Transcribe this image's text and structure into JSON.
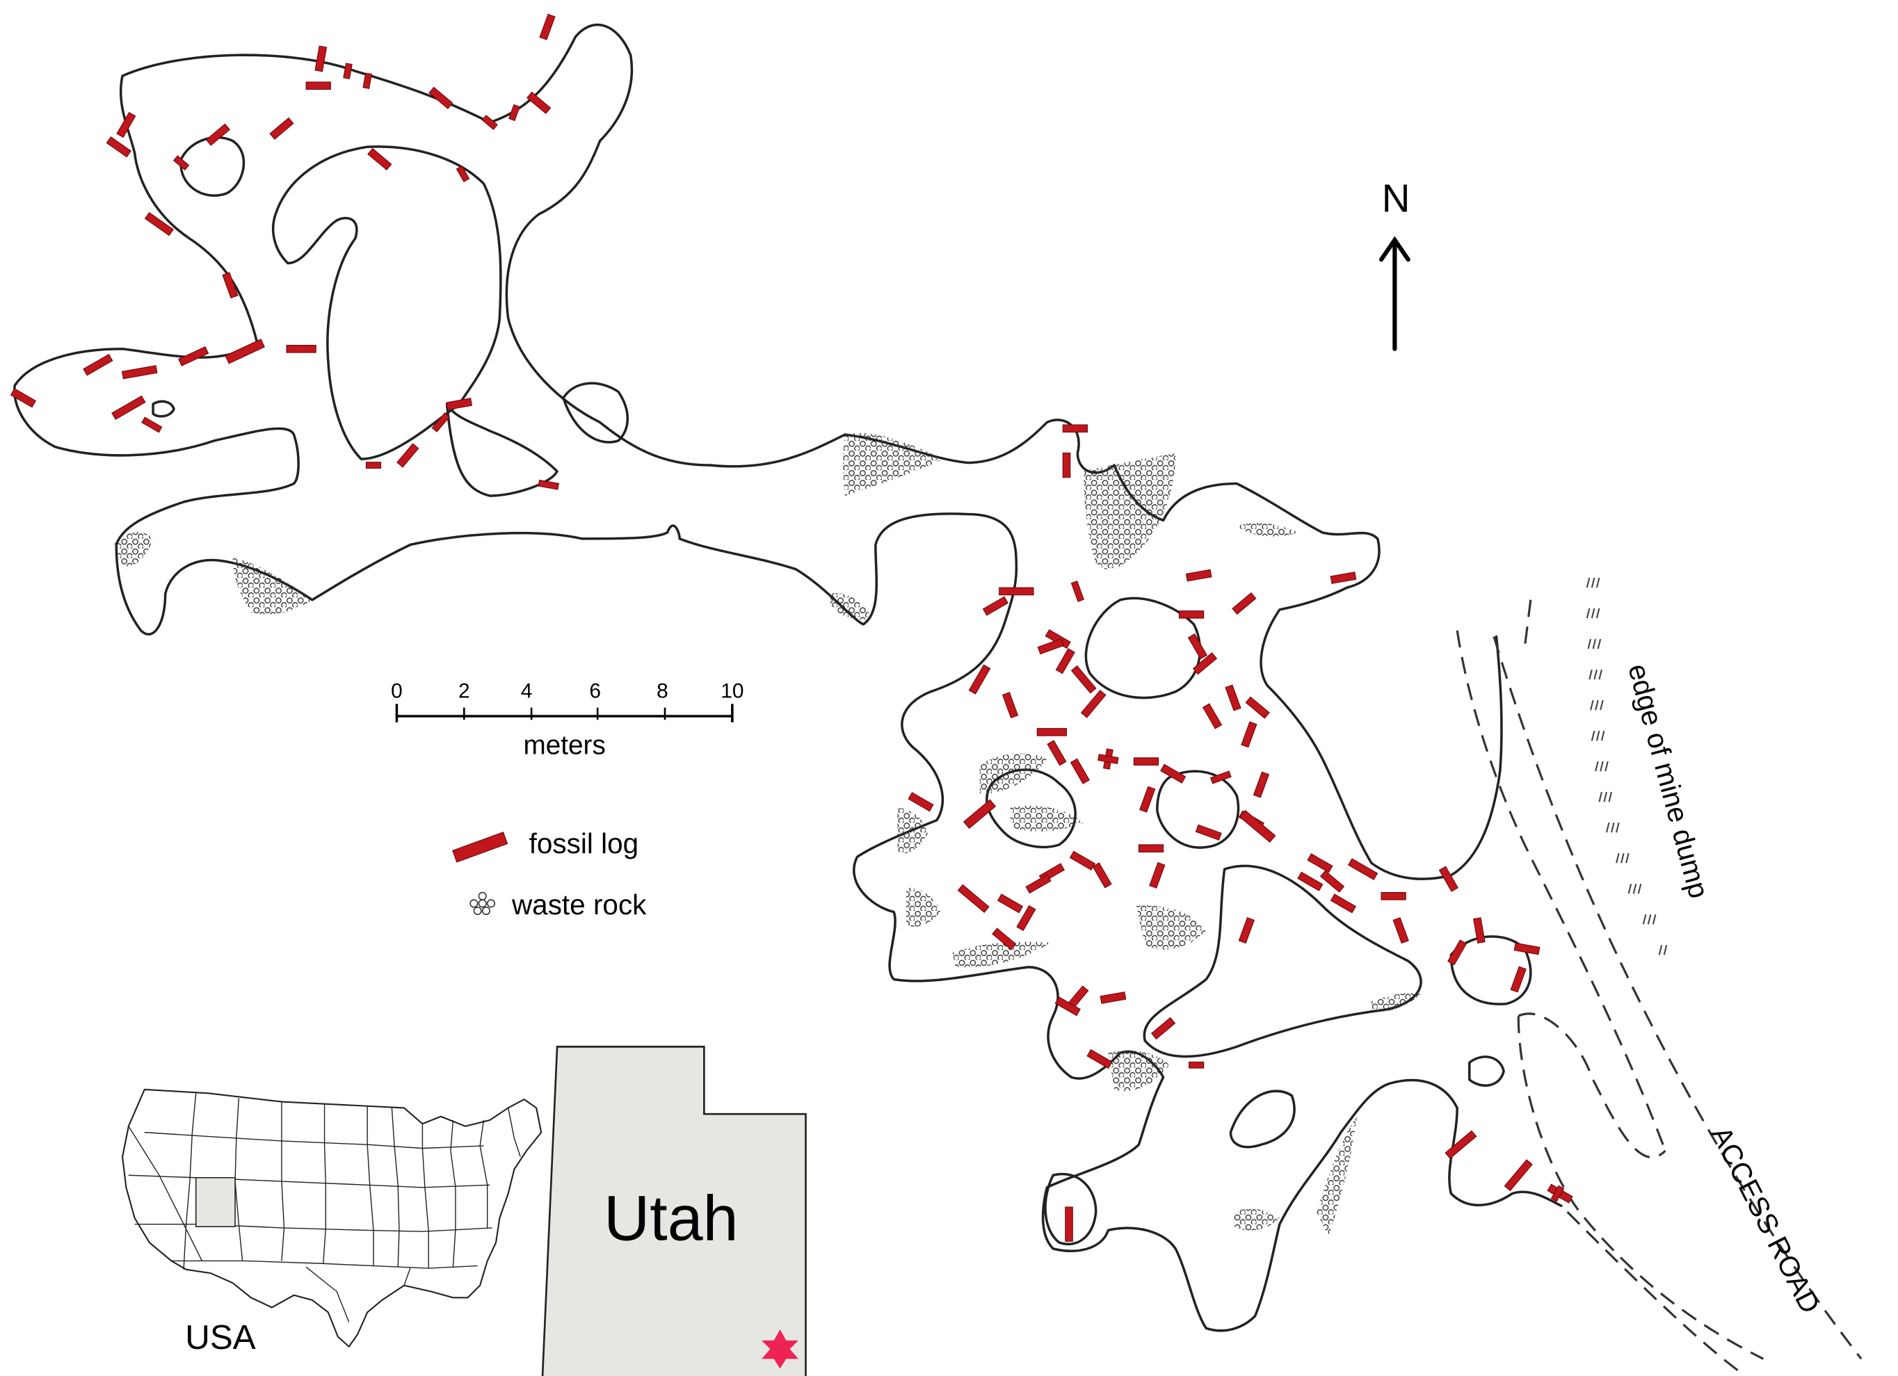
{
  "north_label": "N",
  "scale": {
    "ticks": [
      "0",
      "2",
      "4",
      "6",
      "8",
      "10"
    ],
    "unit_label": "meters"
  },
  "legend": {
    "fossil_log_label": "fossil log",
    "waste_rock_label": "waste rock"
  },
  "labels": {
    "mine_dump": "edge of mine dump",
    "access_road": "ACCESS ROAD",
    "utah": "Utah",
    "usa": "USA"
  },
  "colors": {
    "fossil_log": "#c0161c",
    "highlight_state": "#e6e6e3",
    "star": "#ee2255",
    "outline": "#222222"
  },
  "icons": {
    "north_arrow": "north-arrow-icon",
    "star": "star-icon"
  }
}
